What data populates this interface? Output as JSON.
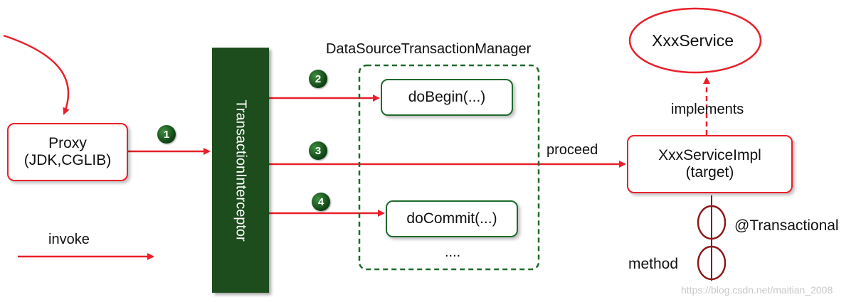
{
  "proxy": {
    "line1": "Proxy",
    "line2": "(JDK,CGLIB)"
  },
  "interceptor": {
    "label": "TransactionInterceptor"
  },
  "manager": {
    "title": "DataSourceTransactionManager"
  },
  "methods": {
    "begin": "doBegin(...)",
    "commit": "doCommit(...)",
    "more": "...."
  },
  "service": {
    "label": "XxxService"
  },
  "impl": {
    "line1": "XxxServiceImpl",
    "line2": "(target)"
  },
  "labels": {
    "implements": "implements",
    "proceed": "proceed",
    "invoke": "invoke",
    "transactional": "@Transactional",
    "method": "method"
  },
  "steps": [
    "1",
    "2",
    "3",
    "4"
  ],
  "watermark": "https://blog.csdn.net/maitian_2008",
  "colors": {
    "arrow": "#e8202a",
    "dark_green": "#1d4d1d",
    "joinpoint": "#8b1a1a"
  }
}
